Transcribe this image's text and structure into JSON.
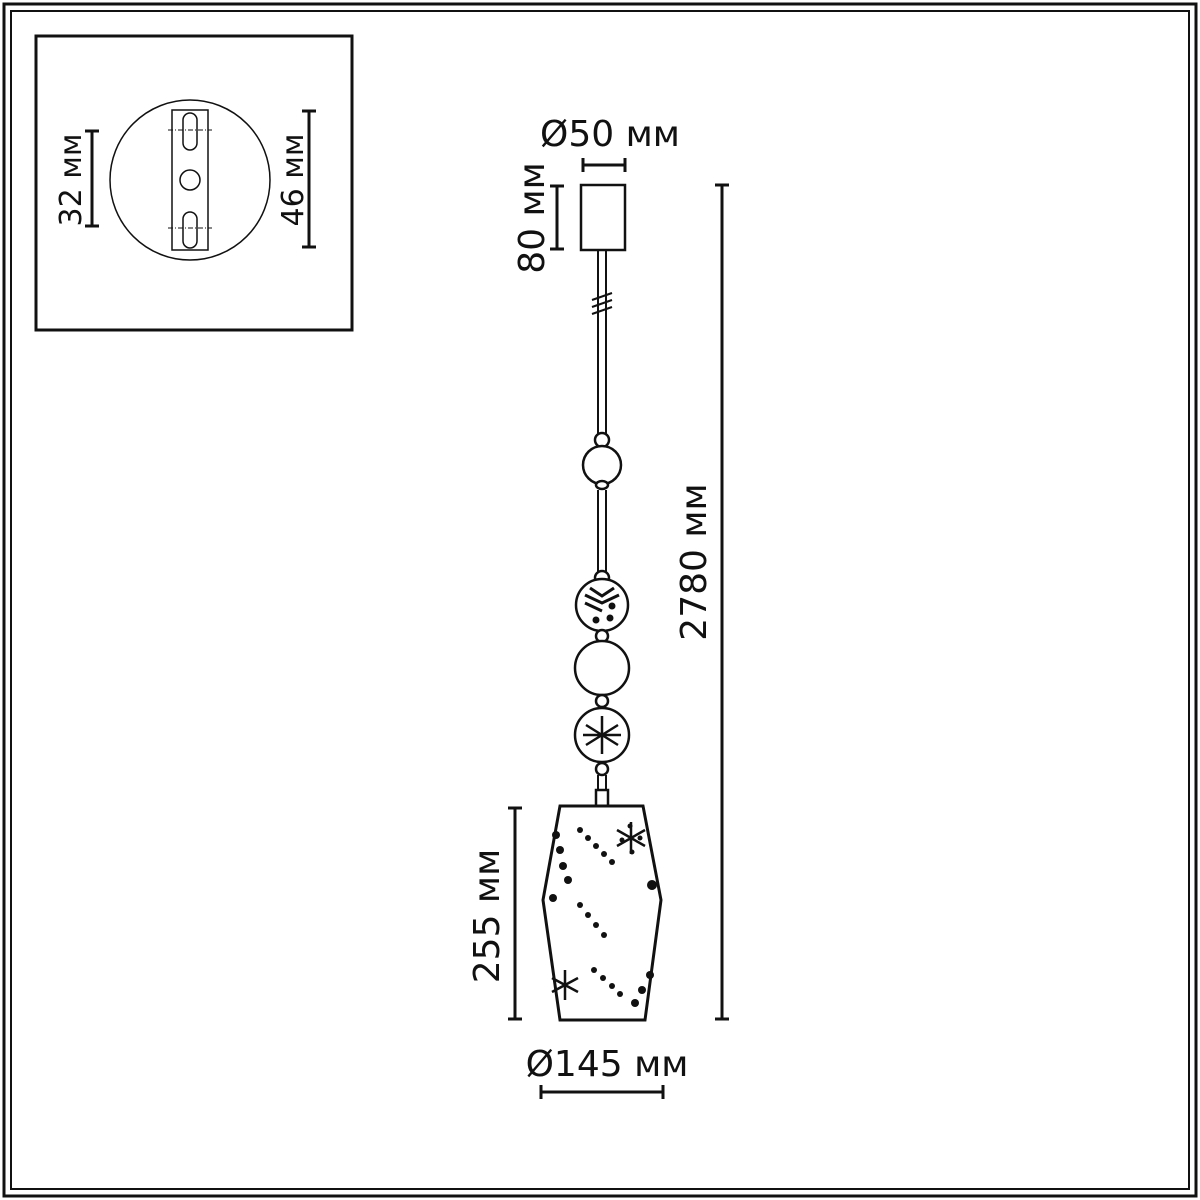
{
  "inset": {
    "dim_left": "32 мм",
    "dim_right": "46 мм"
  },
  "main": {
    "canopy_diameter": "Ø50 мм",
    "canopy_height": "80 мм",
    "total_height": "2780 мм",
    "shade_height": "255 мм",
    "shade_diameter": "Ø145 мм"
  },
  "colors": {
    "line": "#111111",
    "background": "#ffffff"
  }
}
